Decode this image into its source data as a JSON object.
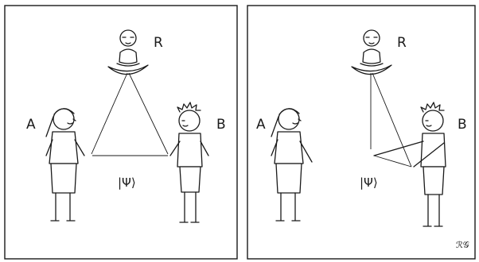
{
  "panels": [
    {
      "id": "left",
      "labels": {
        "referee": "R",
        "alice": "A",
        "bob": "B",
        "state": "|Ψ⟩"
      }
    },
    {
      "id": "right",
      "labels": {
        "referee": "R",
        "alice": "A",
        "bob": "B",
        "state": "|Ψ⟩"
      }
    }
  ],
  "signature": "ℛ𝒢"
}
